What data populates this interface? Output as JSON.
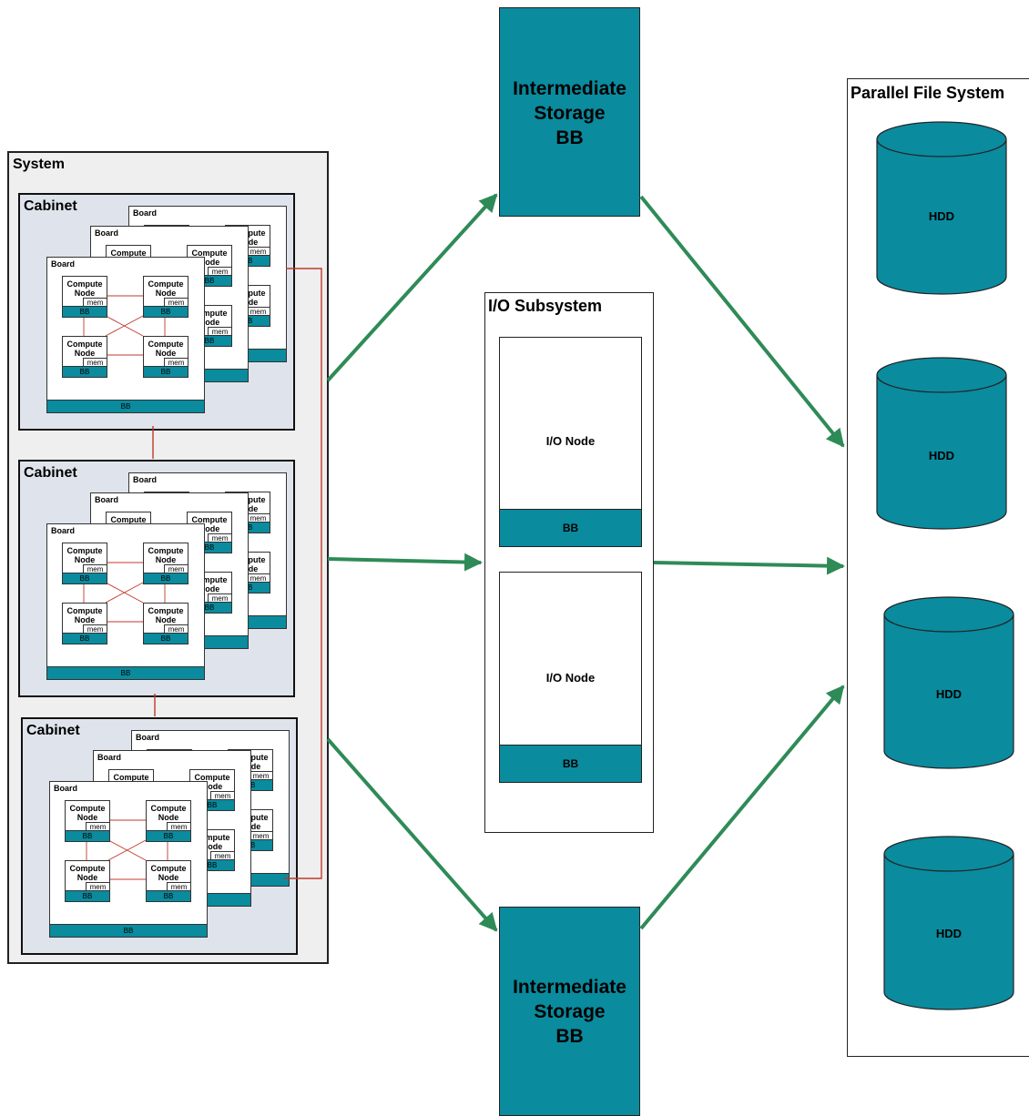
{
  "system": {
    "title": "System"
  },
  "cabinet": {
    "title": "Cabinet"
  },
  "board": {
    "title": "Board",
    "bb": "BB"
  },
  "compute_node": {
    "title": "Compute Node",
    "mem": "mem",
    "bb": "BB"
  },
  "intermediate_storage": {
    "label": "Intermediate Storage BB"
  },
  "io_subsystem": {
    "title": "I/O Subsystem",
    "node_label": "I/O Node",
    "bb": "BB"
  },
  "parallel_file_system": {
    "title": "Parallel File System",
    "hdd_label": "HDD"
  },
  "colors": {
    "teal": "#0a8b9e",
    "arrow_green": "#2e8b57",
    "link_red": "#c0392b",
    "cabinet_bg": "#dfe4ec",
    "system_bg": "#efefef"
  }
}
